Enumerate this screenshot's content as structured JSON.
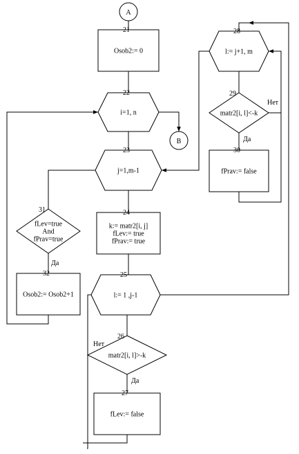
{
  "connectors": [
    {
      "id": "A",
      "label": "A"
    },
    {
      "id": "B",
      "label": "B"
    }
  ],
  "blocks": [
    {
      "id": "b21",
      "shape": "rect",
      "number": "21",
      "lines": [
        "Osob2:= 0"
      ]
    },
    {
      "id": "b22",
      "shape": "hexagon",
      "number": "22",
      "lines": [
        "i=1, n"
      ]
    },
    {
      "id": "b23",
      "shape": "hexagon",
      "number": "23",
      "lines": [
        "j=1,m-1"
      ]
    },
    {
      "id": "b24",
      "shape": "rect",
      "number": "24",
      "lines": [
        "k:= matr2[i, j]",
        "fLev:= true",
        "fPrav:= true"
      ]
    },
    {
      "id": "b25",
      "shape": "hexagon",
      "number": "25",
      "lines": [
        "l:= 1 ,j-1"
      ]
    },
    {
      "id": "b26",
      "shape": "diamond",
      "number": "26",
      "lines": [
        "matr2[i, l]>-k"
      ]
    },
    {
      "id": "b27",
      "shape": "rect",
      "number": "27",
      "lines": [
        "fLev:= false"
      ]
    },
    {
      "id": "b28",
      "shape": "hexagon",
      "number": "28",
      "lines": [
        "l:= j+1, m"
      ]
    },
    {
      "id": "b29",
      "shape": "diamond",
      "number": "29",
      "lines": [
        "matr2[i, l]<-k"
      ]
    },
    {
      "id": "b30",
      "shape": "rect",
      "number": "30",
      "lines": [
        "fPrav:= false"
      ]
    },
    {
      "id": "b31",
      "shape": "diamond",
      "number": "31",
      "lines": [
        "fLev=true",
        "And",
        "fPrav=true"
      ]
    },
    {
      "id": "b32",
      "shape": "rect",
      "number": "32",
      "lines": [
        "Osob2:= Osob2+1"
      ]
    }
  ],
  "branch_labels": [
    {
      "id": "b29-no",
      "text": "Нет"
    },
    {
      "id": "b29-yes",
      "text": "Да"
    },
    {
      "id": "b31-yes",
      "text": "Да"
    },
    {
      "id": "b26-no",
      "text": "Нет"
    },
    {
      "id": "b26-yes",
      "text": "Да"
    }
  ]
}
